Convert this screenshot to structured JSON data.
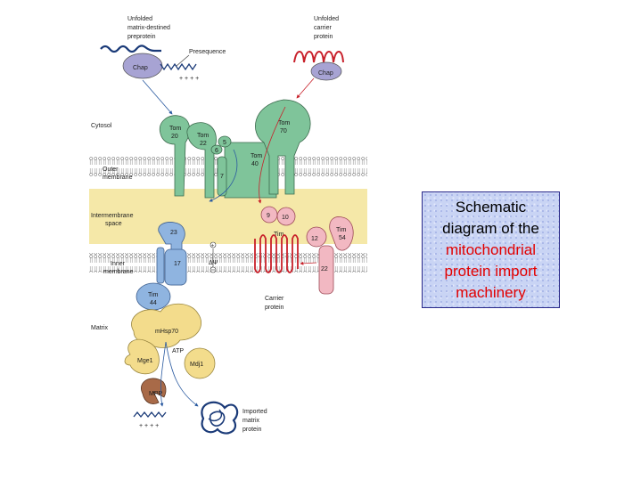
{
  "labels": {
    "unfolded_matrix_1": "Unfolded",
    "unfolded_matrix_2": "matrix-destined",
    "unfolded_matrix_3": "preprotein",
    "unfolded_carrier_1": "Unfolded",
    "unfolded_carrier_2": "carrier",
    "unfolded_carrier_3": "protein",
    "presequence": "Presequence",
    "chap": "Chap",
    "chap_right": "Chap",
    "charges": "+ + + +",
    "charges_bottom": "+ + + +",
    "cytosol": "Cytosol",
    "outer_membrane_1": "Outer",
    "outer_membrane_2": "membrane",
    "intermembrane_1": "Intermembrane",
    "intermembrane_2": "space",
    "inner_membrane_1": "Inner",
    "inner_membrane_2": "membrane",
    "matrix": "Matrix",
    "tom20_a": "Tom",
    "tom20_b": "20",
    "tom22_a": "Tom",
    "tom22_b": "22",
    "tom70_a": "Tom",
    "tom70_b": "70",
    "tom40_a": "Tom",
    "tom40_b": "40",
    "tom5": "5",
    "tom6": "6",
    "tom7": "7",
    "tim9": "9",
    "tim10": "10",
    "tim_small": "Tim",
    "tim12": "12",
    "tim54_a": "Tim",
    "tim54_b": "54",
    "tim22": "22",
    "tim23": "23",
    "tim17": "17",
    "tim44_a": "Tim",
    "tim44_b": "44",
    "delta_psi": "ΔΨ",
    "carrier_protein_1": "Carrier",
    "carrier_protein_2": "protein",
    "mhsp70": "mHsp70",
    "atp": "ATP",
    "mge1": "Mge1",
    "mdj1": "Mdj1",
    "mpp": "MPP",
    "imported_1": "Imported",
    "imported_2": "matrix",
    "imported_3": "protein"
  },
  "caption": {
    "line1": "Schematic",
    "line2": "diagram of the",
    "line3": "mitochondrial",
    "line4": "protein import",
    "line5": "machinery"
  },
  "colors": {
    "tom_green": "#7fc49a",
    "tim_blue": "#8fb4e0",
    "tim_pink": "#f2b8c2",
    "chaperone_yellow": "#f3dc8c",
    "chap_purple": "#a7a3d3",
    "intermembrane": "#f5e8a8",
    "carrier_red": "#c8202a",
    "preprotein_blue": "#1a3a78",
    "mpp_brown": "#a86a48",
    "caption_red": "#e30000"
  }
}
